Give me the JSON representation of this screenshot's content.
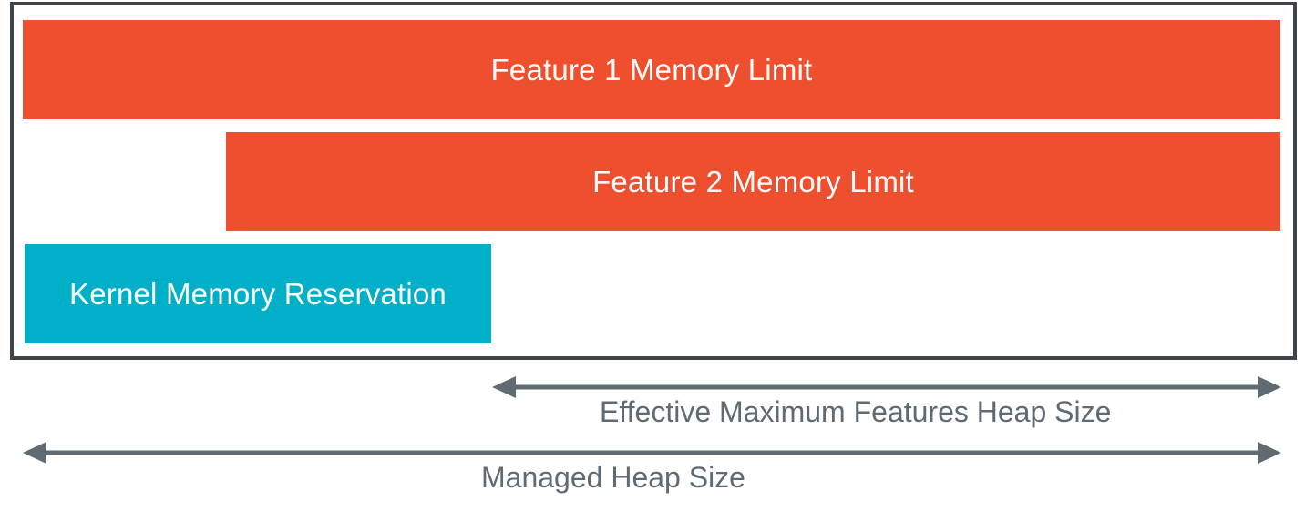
{
  "colors": {
    "feature_bar": "#ee502f",
    "kernel_bar": "#00afc8",
    "frame_border": "#3f444a",
    "arrow": "#5f6a72",
    "label_text": "#5f6a72"
  },
  "bars": {
    "feature1": {
      "label": "Feature 1 Memory Limit"
    },
    "feature2": {
      "label": "Feature 2 Memory Limit"
    },
    "kernel": {
      "label": "Kernel Memory Reservation"
    }
  },
  "dimensions": {
    "effective": {
      "label": "Effective Maximum Features Heap Size",
      "arrow_icon": "double-headed-arrow-icon"
    },
    "managed": {
      "label": "Managed Heap Size",
      "arrow_icon": "double-headed-arrow-icon"
    }
  }
}
